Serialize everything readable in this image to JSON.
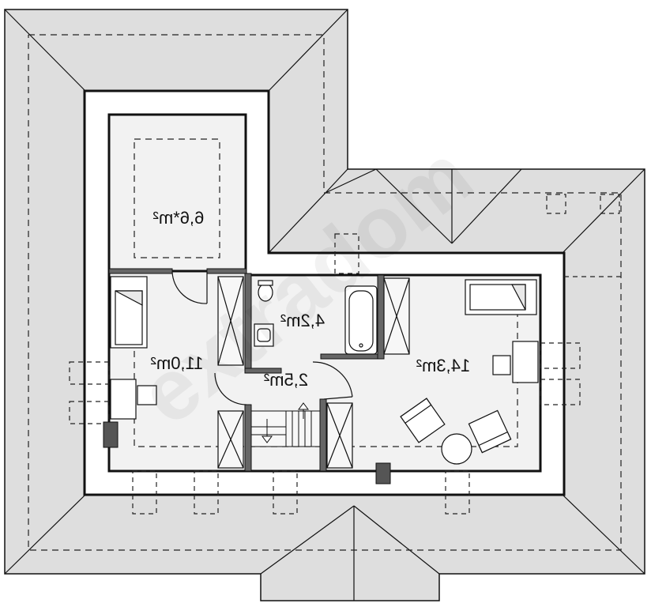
{
  "rooms": [
    {
      "id": "storage",
      "area": "6,6*m²"
    },
    {
      "id": "bathroom",
      "area": "4,2m²"
    },
    {
      "id": "bedroom-left",
      "area": "11,0m²"
    },
    {
      "id": "hall",
      "area": "2,5m²"
    },
    {
      "id": "bedroom-right",
      "area": "14,3m²"
    }
  ],
  "watermark": "extradom",
  "colors": {
    "roof": "#dedede",
    "room": "#f2f2f2",
    "wall": "#111111",
    "wall_gray": "#666666",
    "dashed": "#222222",
    "chimney": "#555555"
  }
}
